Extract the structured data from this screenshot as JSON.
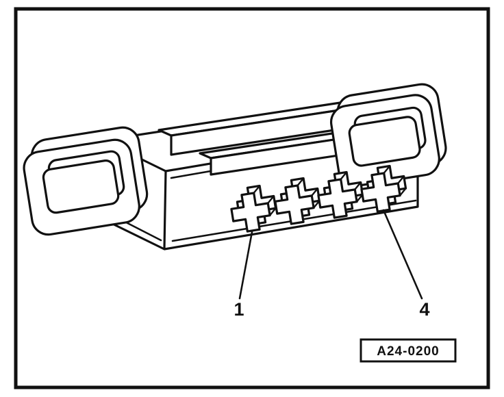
{
  "colors": {
    "line": "#111111",
    "background": "#ffffff"
  },
  "callouts": {
    "pin1_label": "1",
    "pin4_label": "4"
  },
  "figure_ref": {
    "code": "A24-0200"
  }
}
